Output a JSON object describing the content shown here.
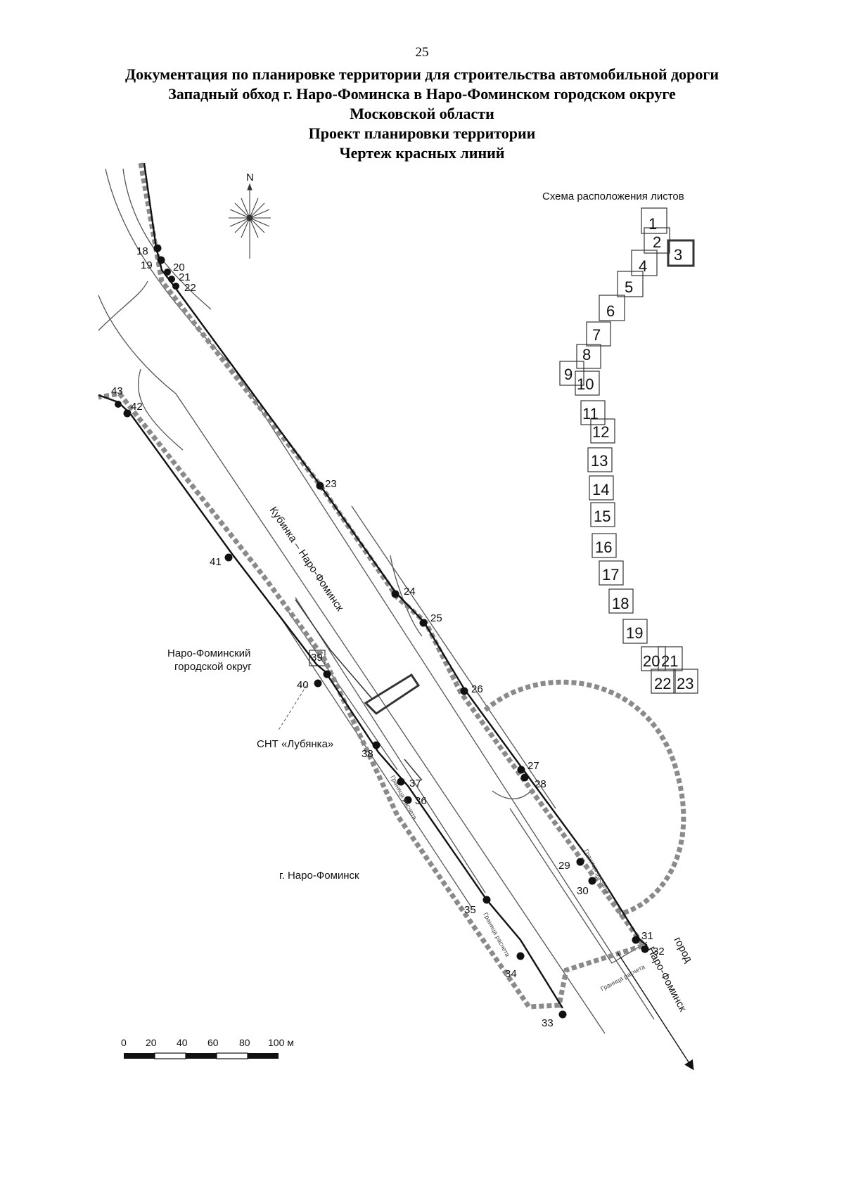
{
  "page_number": "25",
  "title_lines": [
    "Документация по планировке территории для строительства автомобильной дороги",
    "Западный обход г. Наро-Фоминска в Наро-Фоминском городском округе",
    "Московской области",
    "Проект планировки территории",
    "Чертеж красных линий"
  ],
  "north_arrow_label": "N",
  "index_map": {
    "title": "Схема расположения листов",
    "sheets": [
      "1",
      "2",
      "3",
      "4",
      "5",
      "6",
      "7",
      "8",
      "9",
      "10",
      "11",
      "12",
      "13",
      "14",
      "15",
      "16",
      "17",
      "18",
      "19",
      "20",
      "21",
      "22",
      "23"
    ],
    "current_sheet": "3"
  },
  "road_label": "Кубинка – Наро-Фоминск",
  "area_labels": {
    "district": [
      "Наро-Фоминский",
      "городской округ"
    ],
    "snt": "СНТ «Лубянка»",
    "city": "г. Наро-Фоминск",
    "direction": [
      "город",
      "Наро-Фоминск"
    ],
    "calc_boundary": "Граница расчета"
  },
  "points": [
    "18",
    "19",
    "20",
    "21",
    "22",
    "23",
    "24",
    "25",
    "26",
    "27",
    "28",
    "29",
    "30",
    "31",
    "32",
    "33",
    "34",
    "35",
    "36",
    "37",
    "38",
    "39",
    "40",
    "41",
    "42",
    "43"
  ],
  "scale_bar": {
    "labels": [
      "0",
      "20",
      "40",
      "60",
      "80",
      "100 м"
    ]
  },
  "colors": {
    "line": "#111111",
    "hatch": "#8a8a8a",
    "thin": "#555555"
  }
}
